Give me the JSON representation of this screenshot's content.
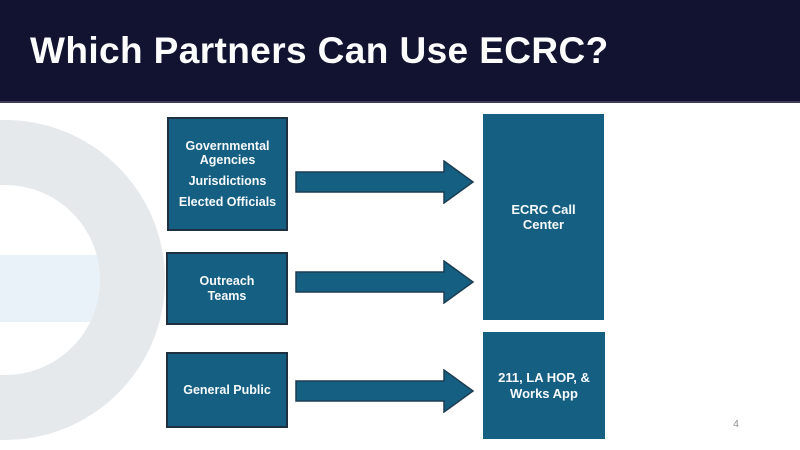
{
  "slide": {
    "title": "Which Partners Can Use ECRC?",
    "page_number": "4"
  },
  "colors": {
    "title_bar_bg": "#111330",
    "box_teal": "#156082",
    "box_border_dark": "#1f3040",
    "arrow_outline": "#1c3c52",
    "ring_gray": "#e6e9ec",
    "stripe_light_blue": "#e9f2f9",
    "title_text": "#fcfcfd",
    "box_text": "#f7f9fa",
    "page_number_gray": "#919191"
  },
  "diagram": {
    "source_boxes": [
      {
        "lines": [
          "Governmental Agencies",
          "Jurisdictions",
          "Elected Officials"
        ]
      },
      {
        "lines": [
          "Outreach Teams"
        ]
      },
      {
        "lines": [
          "General Public"
        ]
      }
    ],
    "target_boxes": [
      {
        "label": "ECRC Call Center"
      },
      {
        "label": "211, LA HOP, & Works App"
      }
    ],
    "connections": [
      {
        "from": "governmental-agencies",
        "to": "ecrc-call-center"
      },
      {
        "from": "outreach-teams",
        "to": "ecrc-call-center"
      },
      {
        "from": "general-public",
        "to": "211-la-hop-works-app"
      }
    ]
  }
}
